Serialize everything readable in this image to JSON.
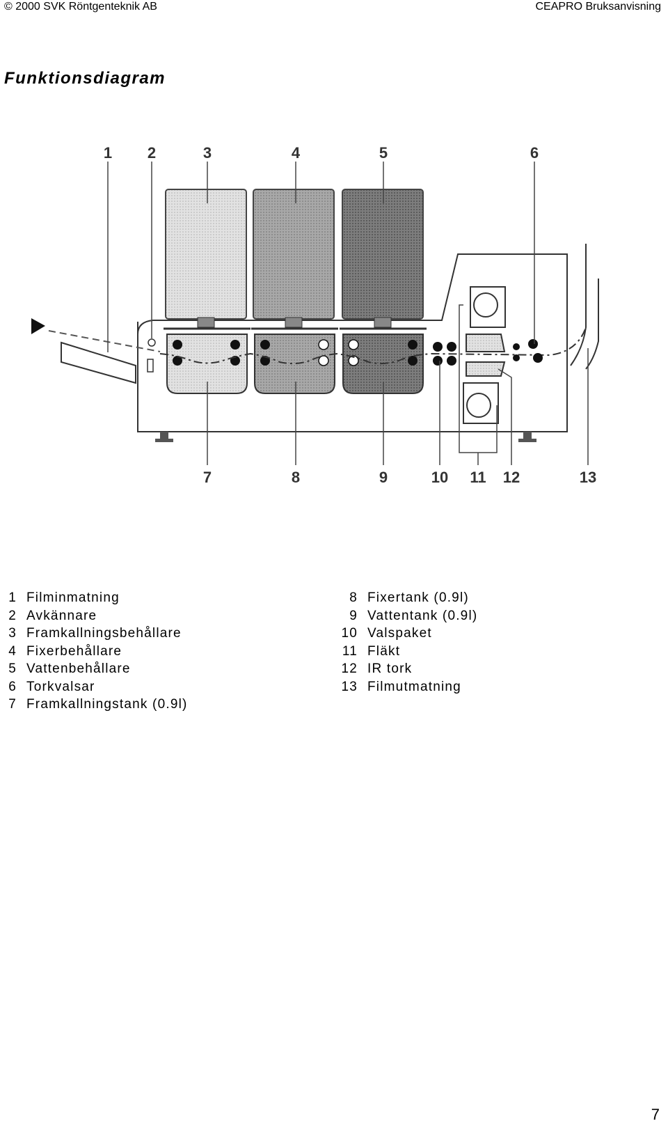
{
  "header": {
    "left": "© 2000 SVK Röntgenteknik AB",
    "right": "CEAPRO Bruksanvisning"
  },
  "title": "Funktionsdiagram",
  "diagram": {
    "callouts_top": [
      "1",
      "2",
      "3",
      "4",
      "5",
      "6"
    ],
    "callouts_bottom": [
      "7",
      "8",
      "9",
      "10",
      "11",
      "12",
      "13"
    ]
  },
  "legend": {
    "left": [
      {
        "num": "1",
        "label": "Filminmatning"
      },
      {
        "num": "2",
        "label": "Avkännare"
      },
      {
        "num": "3",
        "label": "Framkallningsbehållare"
      },
      {
        "num": "4",
        "label": "Fixerbehållare"
      },
      {
        "num": "5",
        "label": "Vattenbehållare"
      },
      {
        "num": "6",
        "label": "Torkvalsar"
      },
      {
        "num": "7",
        "label": "Framkallningstank (0.9l)"
      }
    ],
    "right": [
      {
        "num": "8",
        "label": "Fixertank (0.9l)"
      },
      {
        "num": "9",
        "label": "Vattentank (0.9l)"
      },
      {
        "num": "10",
        "label": "Valspaket"
      },
      {
        "num": "11",
        "label": "Fläkt"
      },
      {
        "num": "12",
        "label": "IR tork"
      },
      {
        "num": "13",
        "label": "Filmutmatning"
      }
    ]
  },
  "page_number": "7"
}
